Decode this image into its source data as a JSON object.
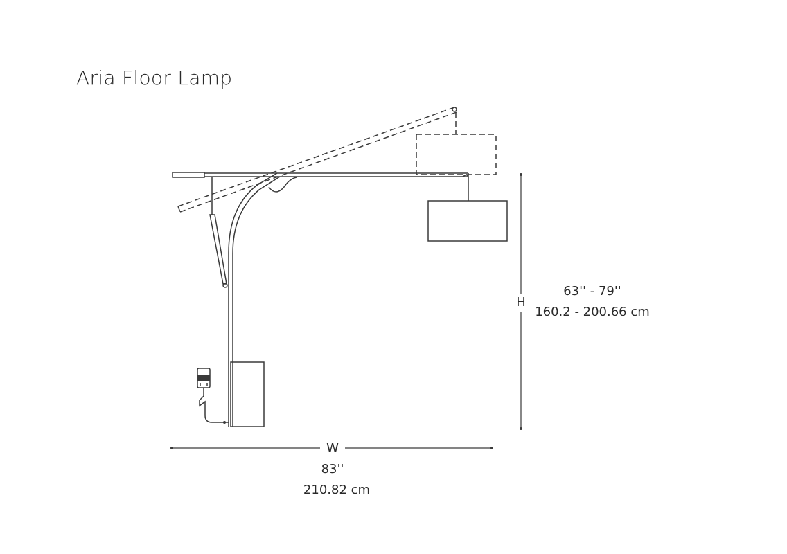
{
  "title": "Aria Floor Lamp",
  "dimensions": {
    "height": {
      "symbol": "H",
      "imperial": "63'' - 79''",
      "metric": "160.2 - 200.66 cm"
    },
    "width": {
      "symbol": "W",
      "imperial": "83''",
      "metric": "210.82 cm"
    }
  }
}
